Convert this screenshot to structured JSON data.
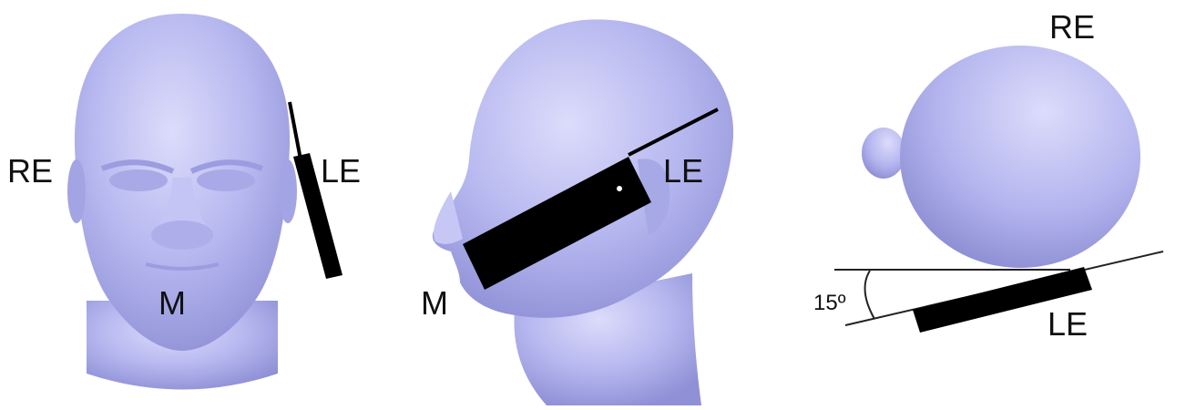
{
  "colors": {
    "head_fill": "#b8b9f0",
    "head_light": "#d6d7fa",
    "head_shade": "#9798dd",
    "phone": "#000000",
    "line": "#222222",
    "background": "#ffffff"
  },
  "figures": {
    "front": {
      "label_re": "RE",
      "label_le": "LE",
      "label_m": "M"
    },
    "side": {
      "label_le": "LE",
      "label_m": "M"
    },
    "top": {
      "label_re": "RE",
      "label_le": "LE",
      "angle_label": "15º"
    }
  }
}
